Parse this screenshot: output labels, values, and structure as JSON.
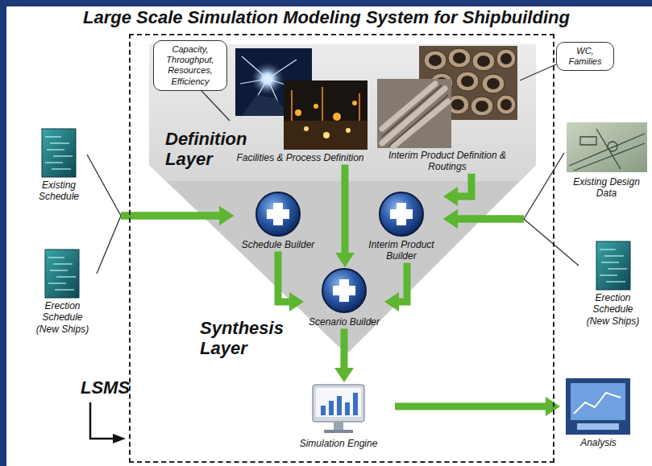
{
  "diagram": {
    "title": "Large Scale Simulation Modeling System for Shipbuilding",
    "nodes": [
      {
        "text": [
          "LSMS"
        ]
      },
      {
        "text": [
          "Definition Layer",
          "Synthesis Layer"
        ],
        "in": 0
      },
      {
        "text": [
          "Capacity, Throughput, Resources, Efficiency"
        ],
        "in": 0
      },
      {
        "text": [
          "Facilities & Process Definition"
        ],
        "in": 1
      },
      {
        "text": [
          "Interim Product Definition & Routings"
        ],
        "in": 1
      },
      {
        "text": [
          "WC, Families"
        ]
      },
      {
        "text": [
          "Existing Schedule"
        ]
      },
      {
        "text": [
          "Erection Schedule (New Ships)"
        ]
      },
      {
        "text": [
          "Schedule Builder"
        ],
        "in": 1
      },
      {
        "text": [
          "Interim Product Builder"
        ],
        "in": 1
      },
      {
        "text": [
          "Existing Design Data"
        ]
      },
      {
        "text": [
          "Erection Schedule (New Ships)"
        ]
      },
      {
        "text": [
          "Scenario Builder"
        ],
        "in": 1
      },
      {
        "text": [
          "Simulation Engine"
        ],
        "in": 0
      },
      {
        "text": [
          "Analysis"
        ]
      }
    ],
    "edges": [
      {
        "from": 2,
        "to": 3,
        "arrow": "none"
      },
      {
        "from": 5,
        "to": 4,
        "arrow": "none"
      },
      {
        "from": 6,
        "to": 8,
        "arrow": "to"
      },
      {
        "from": 7,
        "to": 8,
        "arrow": "to"
      },
      {
        "from": 3,
        "to": 12,
        "arrow": "to"
      },
      {
        "from": 4,
        "to": 9,
        "arrow": "to"
      },
      {
        "from": 10,
        "to": 9,
        "arrow": "to"
      },
      {
        "from": 11,
        "to": 9,
        "arrow": "to"
      },
      {
        "from": 8,
        "to": 12,
        "arrow": "to"
      },
      {
        "from": 9,
        "to": 12,
        "arrow": "to"
      },
      {
        "from": 12,
        "to": 13,
        "arrow": "to"
      },
      {
        "from": 13,
        "to": 14,
        "arrow": "to"
      }
    ]
  }
}
